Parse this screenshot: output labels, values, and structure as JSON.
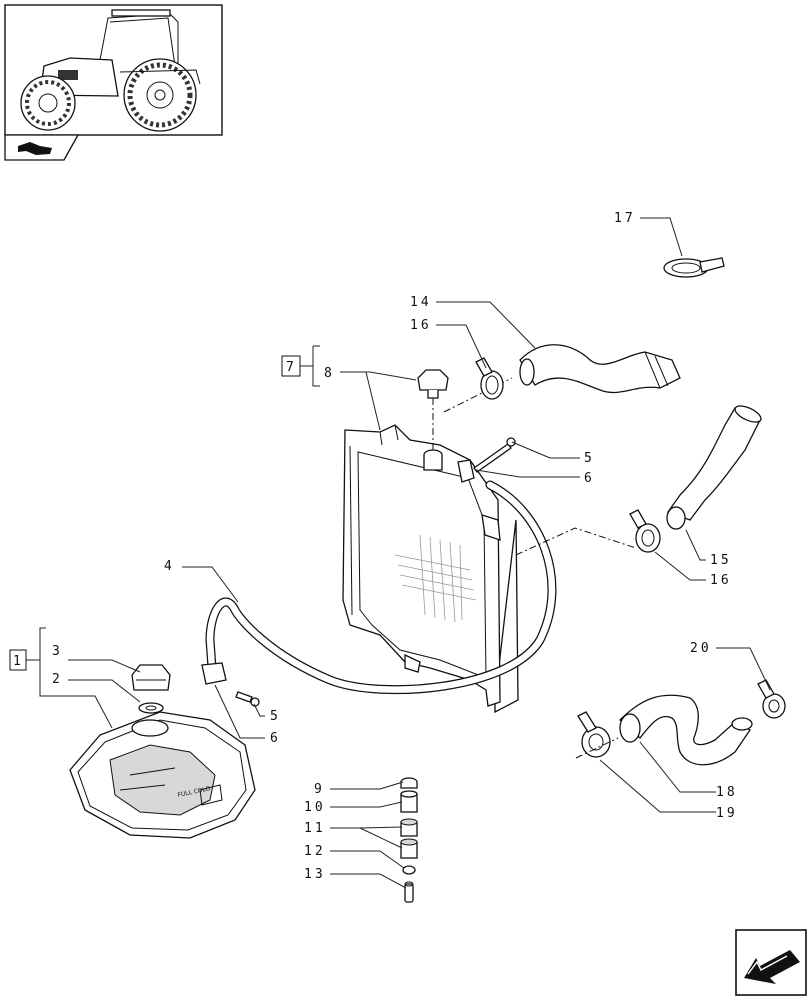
{
  "callouts": {
    "c1": "1",
    "c2": "2",
    "c3": "3",
    "c4": "4",
    "c5a": "5",
    "c5b": "5",
    "c6a": "6",
    "c6b": "6",
    "c7": "7",
    "c8": "8",
    "c9": "9",
    "c10": "10",
    "c11": "11",
    "c12": "12",
    "c13": "13",
    "c14": "14",
    "c15": "15",
    "c16a": "16",
    "c16b": "16",
    "c17": "17",
    "c18": "18",
    "c19": "19",
    "c20": "20"
  },
  "tank_label": "FULL COLD",
  "icons": {
    "thumbnail": "tractor-thumbnail-icon",
    "section": "section-marker-icon",
    "nav": "next-page-arrow-icon"
  }
}
